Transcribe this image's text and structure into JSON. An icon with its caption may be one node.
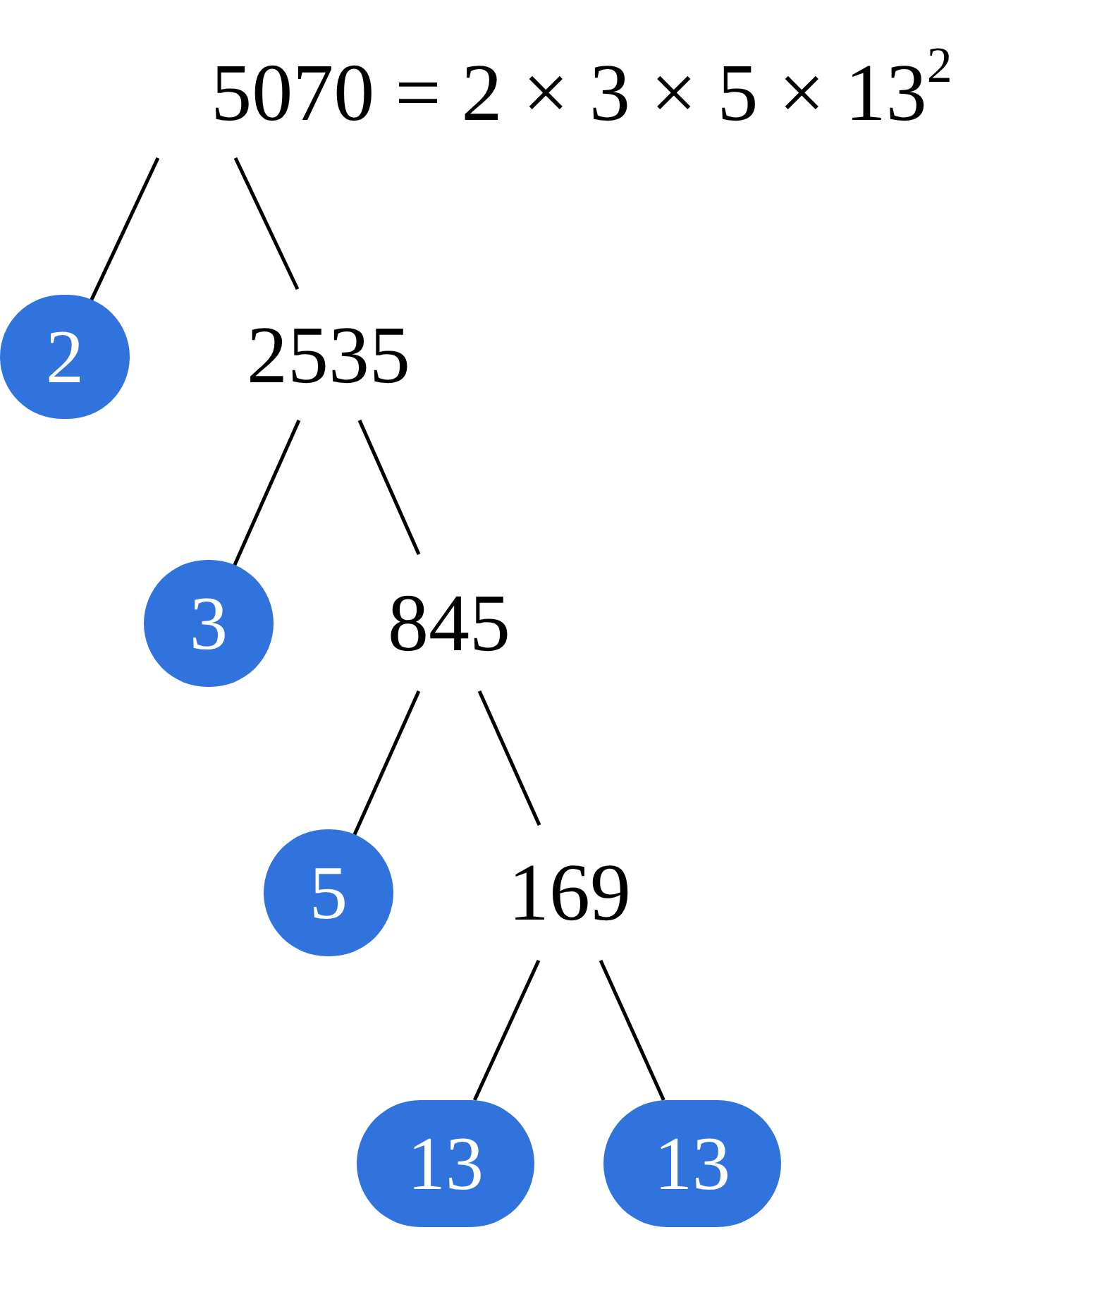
{
  "diagram": {
    "nodes": [
      {
        "text": [
          "5070 = 2 × 3 × 5 × 13$^{2}$"
        ]
      },
      {
        "text": [
          "2"
        ]
      },
      {
        "text": [
          "2535"
        ]
      },
      {
        "text": [
          "3"
        ]
      },
      {
        "text": [
          "845"
        ]
      },
      {
        "text": [
          "5"
        ]
      },
      {
        "text": [
          "169"
        ]
      },
      {
        "text": [
          "13"
        ]
      },
      {
        "text": [
          "13"
        ]
      }
    ],
    "edges": [
      {
        "from": 0,
        "to": 1,
        "arrow": "none"
      },
      {
        "from": 0,
        "to": 2,
        "arrow": "none"
      },
      {
        "from": 2,
        "to": 3,
        "arrow": "none"
      },
      {
        "from": 2,
        "to": 4,
        "arrow": "none"
      },
      {
        "from": 4,
        "to": 5,
        "arrow": "none"
      },
      {
        "from": 4,
        "to": 6,
        "arrow": "none"
      },
      {
        "from": 6,
        "to": 7,
        "arrow": "none"
      },
      {
        "from": 6,
        "to": 8,
        "arrow": "none"
      }
    ]
  }
}
